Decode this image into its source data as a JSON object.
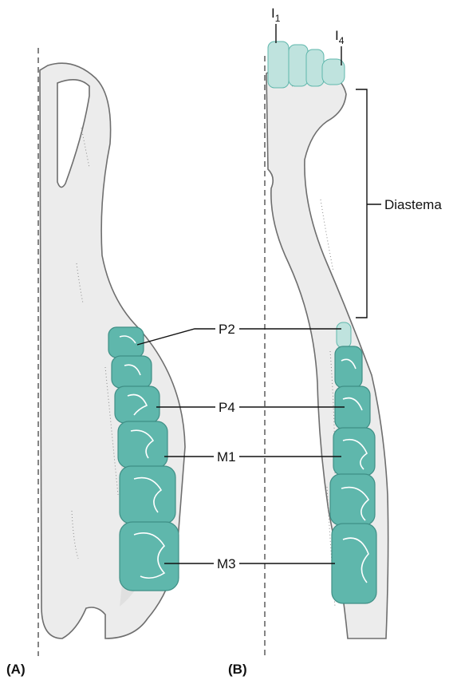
{
  "figure": {
    "panel_a_label": "(A)",
    "panel_b_label": "(B)",
    "labels": {
      "p2": "P2",
      "p4": "P4",
      "m1": "M1",
      "m3": "M3",
      "diastema": "Diastema",
      "incisor_first_letter": "I",
      "incisor_first_sub": "1",
      "incisor_last_letter": "I",
      "incisor_last_sub": "4"
    },
    "colors": {
      "tooth": "#5fb7ac",
      "bone": "#ececec",
      "outline": "#6e6e6e"
    }
  }
}
